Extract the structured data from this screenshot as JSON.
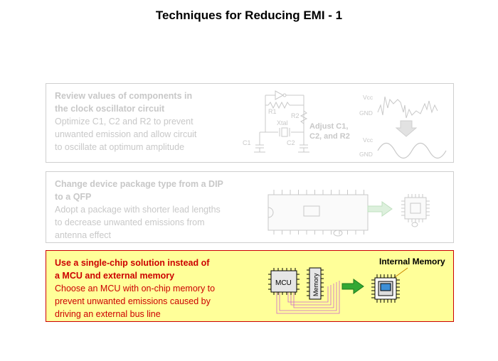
{
  "title": "Techniques for Reducing EMI - 1",
  "panel1": {
    "heading": [
      "Review values of components in",
      "the clock oscillator circuit"
    ],
    "body": [
      "Optimize C1, C2 and R2 to prevent",
      "unwanted emission and allow circuit",
      "to oscillate at optimum amplitude"
    ],
    "labels": {
      "r1": "R1",
      "r2": "R2",
      "xtal": "Xtal",
      "c1": "C1",
      "c2": "C2",
      "adjust": [
        "Adjust C1,",
        "C2, and R2"
      ],
      "vcc_top": "Vcc",
      "gnd_top": "GND",
      "vcc_bottom": "Vcc",
      "gnd_bottom": "GND"
    }
  },
  "panel2": {
    "heading": [
      "Change device package type from a DIP",
      "to a QFP"
    ],
    "body": [
      "Adopt a package with shorter lead lengths",
      "to decrease unwanted emissions from",
      "antenna effect"
    ]
  },
  "panel3": {
    "heading": [
      "Use a single-chip solution instead of",
      "a MCU and external memory"
    ],
    "body": [
      "Choose an MCU with on-chip memory to",
      "prevent unwanted emissions caused by",
      "driving an external bus line"
    ],
    "labels": {
      "mcu": "MCU",
      "memory": "Memory",
      "internal_memory": "Internal Memory"
    }
  },
  "colors": {
    "highlight_bg": "#ffff99",
    "highlight_border": "#cc0000",
    "heading_red": "#cc0000",
    "arrow_green": "#33a833"
  }
}
